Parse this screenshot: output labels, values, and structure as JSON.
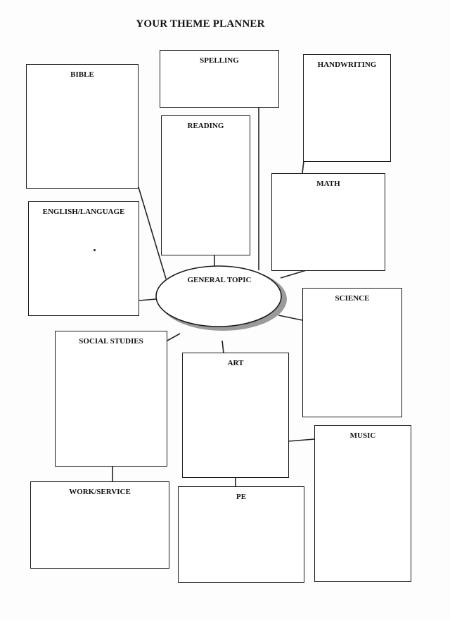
{
  "title": "YOUR THEME PLANNER",
  "center_topic": "GENERAL TOPIC",
  "boxes": {
    "spelling": "SPELLING",
    "bible": "BIBLE",
    "handwriting": "HANDWRITING",
    "reading": "READING",
    "math": "MATH",
    "english": "ENGLISH/LANGUAGE",
    "science": "SCIENCE",
    "social_studies": "SOCIAL STUDIES",
    "art": "ART",
    "music": "MUSIC",
    "work_service": "WORK/SERVICE",
    "pe": "PE"
  }
}
